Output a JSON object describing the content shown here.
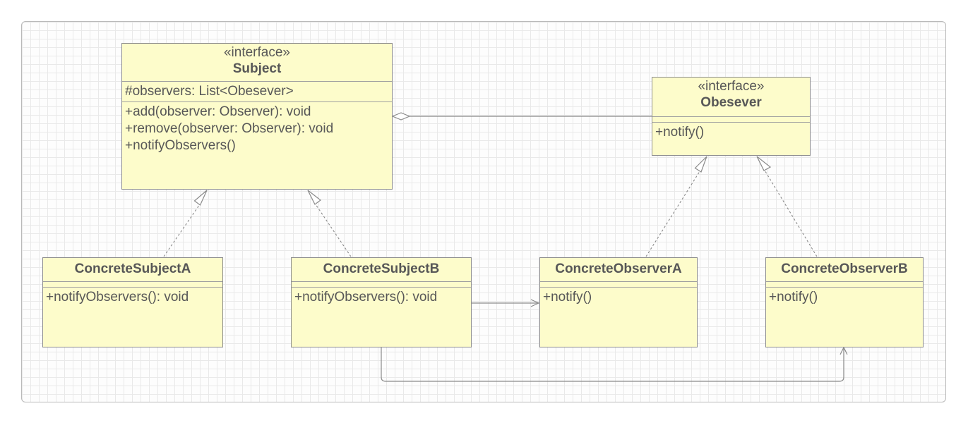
{
  "classes": {
    "subject": {
      "stereotype": "«interface»",
      "name": "Subject",
      "attributes": [
        "#observers: List<Obesever>"
      ],
      "operations": [
        "+add(observer: Observer): void",
        "+remove(observer: Observer): void",
        "+notifyObservers()"
      ]
    },
    "observer": {
      "stereotype": "«interface»",
      "name": "Obesever",
      "operations": [
        "+notify()"
      ]
    },
    "concrete_subject_a": {
      "name": "ConcreteSubjectA",
      "operations": [
        "+notifyObservers(): void"
      ]
    },
    "concrete_subject_b": {
      "name": "ConcreteSubjectB",
      "operations": [
        "+notifyObservers(): void"
      ]
    },
    "concrete_observer_a": {
      "name": "ConcreteObserverA",
      "operations": [
        "+notify()"
      ]
    },
    "concrete_observer_b": {
      "name": "ConcreteObserverB",
      "operations": [
        "+notify()"
      ]
    }
  },
  "colors": {
    "class_fill": "#fdfccb",
    "class_border": "#8e8e8e",
    "text": "#575757",
    "line": "#8a8a8a"
  }
}
